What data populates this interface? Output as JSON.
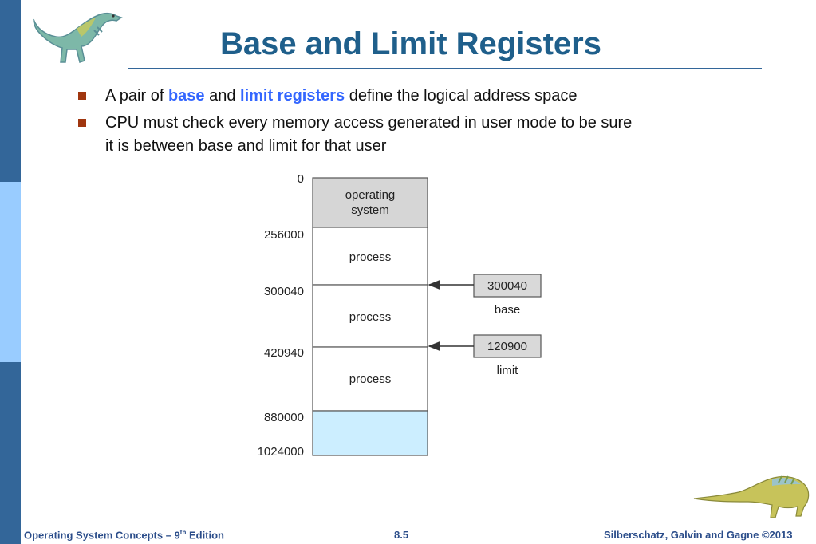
{
  "slide": {
    "title": "Base and Limit Registers",
    "bullets": [
      {
        "pre": "A pair of ",
        "hl1": "base",
        "mid": " and ",
        "hl2": "limit registers",
        "post": " define the logical address space"
      },
      {
        "line1": "CPU must check every memory access generated in user mode to be sure",
        "line2": "it is between base and limit for that user"
      }
    ]
  },
  "diagram": {
    "addresses": [
      "0",
      "256000",
      "300040",
      "420940",
      "880000",
      "1024000"
    ],
    "regions": [
      {
        "lines": [
          "operating",
          "system"
        ],
        "fill": "#d6d6d6"
      },
      {
        "lines": [
          "process"
        ],
        "fill": "#ffffff"
      },
      {
        "lines": [
          "process"
        ],
        "fill": "#ffffff"
      },
      {
        "lines": [
          "process"
        ],
        "fill": "#ffffff"
      },
      {
        "lines": [],
        "fill": "#cceeff"
      }
    ],
    "registers": [
      {
        "value": "300040",
        "label": "base"
      },
      {
        "value": "120900",
        "label": "limit"
      }
    ]
  },
  "footer": {
    "left_pre": "Operating System Concepts – 9",
    "left_sup": "th",
    "left_post": " Edition",
    "page": "8.5",
    "right": "Silberschatz, Galvin and Gagne ©2013"
  },
  "colors": {
    "title": "#1f5f8b",
    "highlight": "#3366ff",
    "bullet_marker": "#a0360f",
    "sidebar_dark": "#336699",
    "sidebar_light": "#99ccff"
  },
  "icons": {
    "logo": "dinosaur-icon",
    "corner": "dinosaur-icon",
    "bullet": "square-bullet-icon"
  }
}
